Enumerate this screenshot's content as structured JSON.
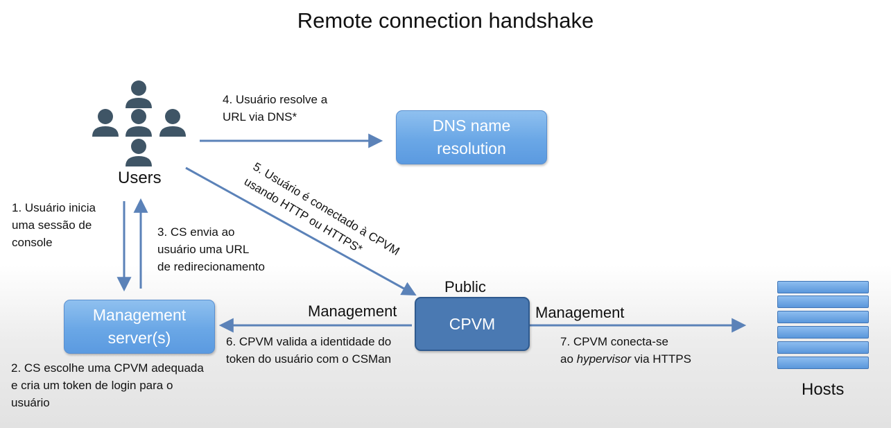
{
  "title": "Remote connection handshake",
  "nodes": {
    "users": "Users",
    "dns": [
      "DNS name",
      "resolution"
    ],
    "management_server": [
      "Management",
      "server(s)"
    ],
    "cpvm": "CPVM",
    "hosts": "Hosts"
  },
  "interface_labels": {
    "public": "Public",
    "management_left": "Management",
    "management_right": "Management"
  },
  "steps": {
    "step1": [
      "1. Usuário inicia",
      "uma sessão de",
      "console"
    ],
    "step2": [
      "2. CS  escolhe uma CPVM adequada",
      "e cria um token de login para o",
      "usuário"
    ],
    "step3": [
      "3. CS envia ao",
      "usuário uma URL",
      "de redirecionamento"
    ],
    "step4": [
      "4. Usuário resolve a",
      "URL via DNS*"
    ],
    "step5": [
      "5. Usuário é conectado à CPVM",
      "usando HTTP ou HTTPS*"
    ],
    "step6": [
      "6. CPVM valida a identidade do",
      "token do usuário com o CSMan"
    ],
    "step7": {
      "line1": "7. CPVM conecta-se",
      "line2_prefix": "ao ",
      "line2_italic": "hypervisor",
      "line2_suffix": " via HTTPS"
    }
  },
  "colors": {
    "arrow": "#5b82b8",
    "box_light": "#6aa7e6",
    "box_dark": "#4a79b2",
    "icon": "#3f5566"
  }
}
